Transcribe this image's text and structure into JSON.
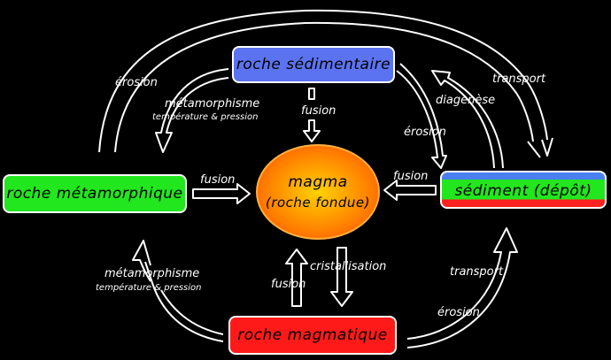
{
  "nodes": {
    "sedimentaire": "roche sédimentaire",
    "metamorphique": "roche métamorphique",
    "magmatique": "roche magmatique",
    "depot": "sédiment (dépôt)",
    "magma_line1": "magma",
    "magma_line2": "(roche fondue)"
  },
  "labels": {
    "erosion_top_left": "érosion",
    "metamorphisme_top": "métamorphisme",
    "metamorphisme_top_sub": "température & pression",
    "fusion_top": "fusion",
    "erosion_right": "érosion",
    "diagenese": "diagenèse",
    "transport_top": "transport",
    "fusion_left": "fusion",
    "fusion_right": "fusion",
    "metamorphisme_bottom": "métamorphisme",
    "metamorphisme_bottom_sub": "température & pression",
    "fusion_bottom": "fusion",
    "cristallisation": "cristallisation",
    "transport_bottom": "transport",
    "erosion_bottom": "érosion"
  },
  "colors": {
    "sedimentaire": "#5b73f0",
    "metamorphique": "#22e61e",
    "magmatique": "#ff1a1a",
    "magma_center": "#ffd200",
    "magma_edge": "#ff3a00"
  }
}
